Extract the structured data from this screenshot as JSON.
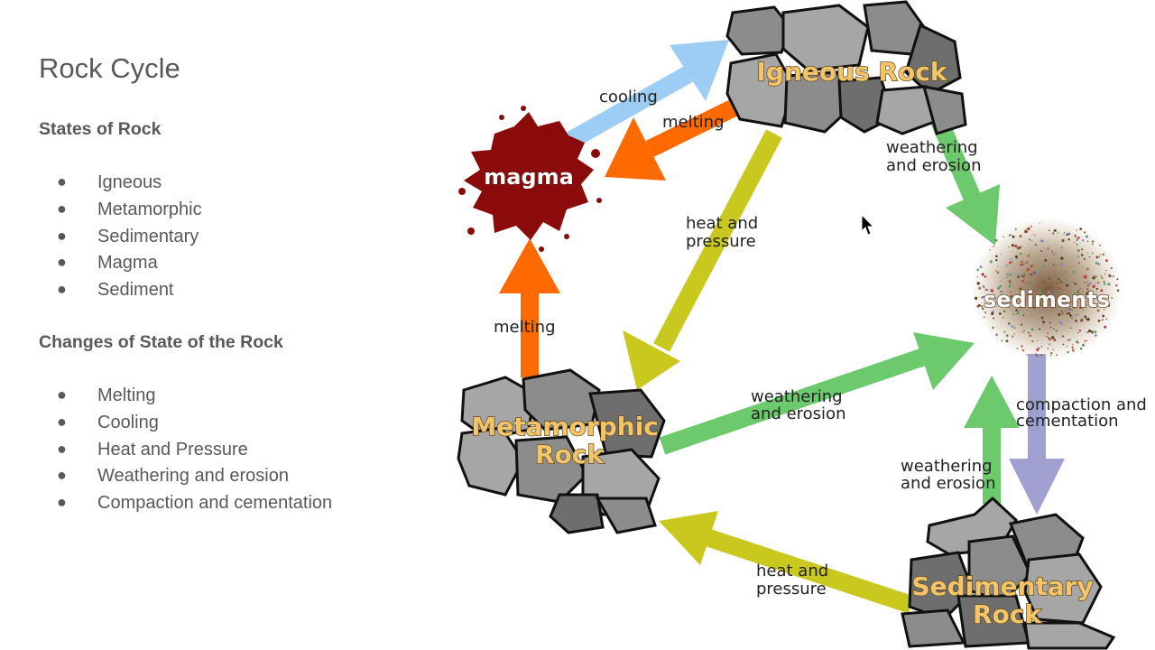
{
  "slide": {
    "title": "Rock Cycle",
    "states_heading": "States of Rock",
    "states": [
      "Igneous",
      "Metamorphic",
      "Sedimentary",
      "Magma",
      "Sediment"
    ],
    "changes_heading": "Changes of State of the Rock",
    "changes": [
      "Melting",
      "Cooling",
      "Heat and Pressure",
      "Weathering and erosion",
      "Compaction and cementation"
    ],
    "bullet": "●"
  },
  "diagram": {
    "nodes": {
      "igneous": [
        "Igneous Rock"
      ],
      "metamorphic": [
        "Metamorphic",
        "Rock"
      ],
      "sedimentary": [
        "Sedimentary",
        "Rock"
      ],
      "magma": [
        "magma"
      ],
      "sediments": [
        "sediments"
      ]
    },
    "edges": {
      "cooling": [
        "cooling"
      ],
      "melting_igneous": [
        "melting"
      ],
      "melting_metamorphic": [
        "melting"
      ],
      "heat_pressure_igneous": [
        "heat and",
        "pressure"
      ],
      "heat_pressure_sedimentary": [
        "heat and",
        "pressure"
      ],
      "weathering_igneous": [
        "weathering",
        "and erosion"
      ],
      "weathering_metamorphic": [
        "weathering",
        "and erosion"
      ],
      "weathering_sedimentary": [
        "weathering",
        "and erosion"
      ],
      "compaction": [
        "compaction and",
        "cementation"
      ]
    },
    "colors": {
      "cooling": "#9ccdf5",
      "melting": "#ff6a00",
      "heat_pressure": "#c8c81e",
      "weathering": "#6cc96c",
      "compaction": "#a0a0d0",
      "magma": "#8b0a0a",
      "rock_label": "#f4c46a"
    }
  }
}
